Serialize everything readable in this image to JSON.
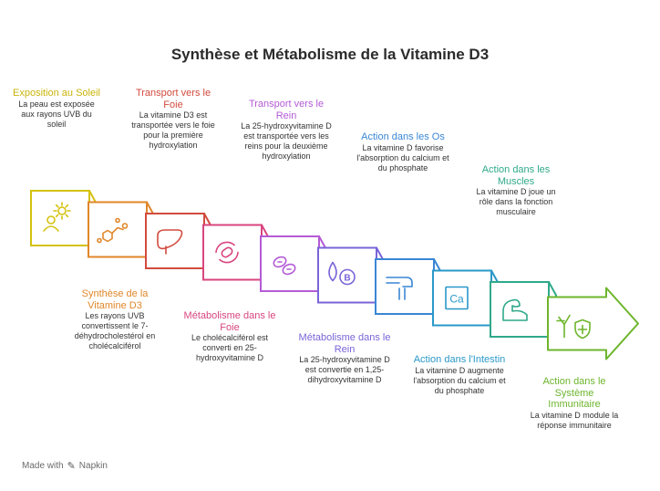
{
  "title": "Synthèse et Métabolisme de la Vitamine D3",
  "footer": {
    "made_with": "Made with",
    "brand": "Napkin"
  },
  "steps": [
    {
      "heading": "Exposition au Soleil",
      "desc": "La peau est exposée aux rayons UVB du soleil",
      "color": "#d4c20f",
      "icon": "sun-person-icon"
    },
    {
      "heading": "Synthèse de la Vitamine D3",
      "desc": "Les rayons UVB convertissent le 7-déhydrocholestérol en cholécalciférol",
      "color": "#e0872a",
      "icon": "molecule-icon"
    },
    {
      "heading": "Transport vers le Foie",
      "desc": "La vitamine D3 est transportée vers le foie pour la première hydroxylation",
      "color": "#d24b3e",
      "icon": "liver-icon"
    },
    {
      "heading": "Métabolisme dans le Foie",
      "desc": "Le cholécalciférol est converti en 25-hydroxyvitamine D",
      "color": "#d8457f",
      "icon": "pill-cycle-icon"
    },
    {
      "heading": "Transport vers le Rein",
      "desc": "La 25-hydroxyvitamine D est transportée vers les reins pour la deuxième hydroxylation",
      "color": "#b45bd6",
      "icon": "kidney-icon"
    },
    {
      "heading": "Métabolisme dans le Rein",
      "desc": "La 25-hydroxyvitamine D est convertie en 1,25-dihydroxyvitamine D",
      "color": "#7a64d8",
      "icon": "vitamin-b-icon"
    },
    {
      "heading": "Action dans les Os",
      "desc": "La vitamine D favorise l'absorption du calcium et du phosphate",
      "color": "#3a86d4",
      "icon": "bone-joint-icon"
    },
    {
      "heading": "Action dans l'Intestin",
      "desc": "La vitamine D augmente l'absorption du calcium et du phosphate",
      "color": "#2a98c8",
      "icon": "calcium-icon"
    },
    {
      "heading": "Action dans les Muscles",
      "desc": "La vitamine D joue un rôle dans la fonction musculaire",
      "color": "#2fa98a",
      "icon": "muscle-icon"
    },
    {
      "heading": "Action dans le Système Immunitaire",
      "desc": "La vitamine D module la réponse immunitaire",
      "color": "#6db52c",
      "icon": "immune-shield-icon"
    }
  ]
}
